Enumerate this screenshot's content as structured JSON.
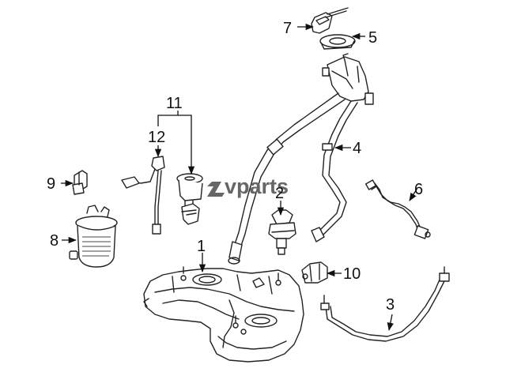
{
  "watermark": "vparts",
  "callouts": {
    "c1": "1",
    "c2": "2",
    "c3": "3",
    "c4": "4",
    "c5": "5",
    "c6": "6",
    "c7": "7",
    "c8": "8",
    "c9": "9",
    "c10": "10",
    "c11": "11",
    "c12": "12"
  }
}
